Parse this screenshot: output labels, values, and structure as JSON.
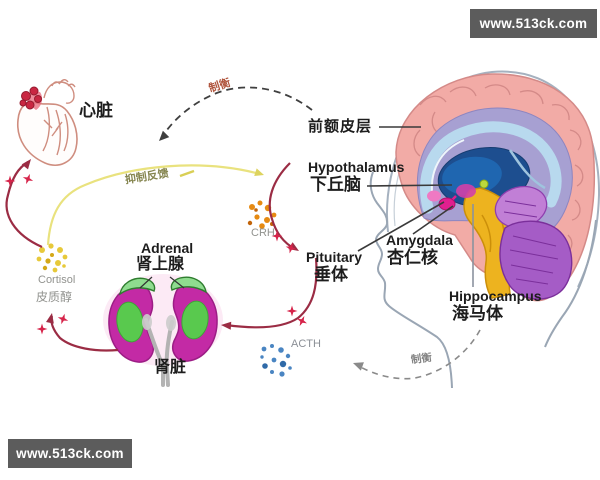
{
  "watermarks": {
    "top_right": {
      "text": "www.513ck.com"
    },
    "bottom_left": {
      "text": "www.513ck.com"
    }
  },
  "nodes": {
    "heart": {
      "zh": "心脏"
    },
    "prefrontal_cortex": {
      "zh": "前额皮层"
    },
    "hypothalamus": {
      "en": "Hypothalamus",
      "zh": "下丘脑"
    },
    "pituitary": {
      "en": "Pituitary",
      "zh": "垂体"
    },
    "amygdala": {
      "en": "Amygdala",
      "zh": "杏仁核"
    },
    "hippocampus": {
      "en": "Hippocampus",
      "zh": "海马体"
    },
    "adrenal": {
      "en": "Adrenal",
      "zh": "肾上腺"
    },
    "kidney": {
      "zh": "肾脏"
    },
    "cortisol": {
      "en": "Cortisol",
      "zh": "皮质醇"
    },
    "crh": {
      "en": "CRH"
    },
    "acth": {
      "en": "ACTH"
    }
  },
  "edges": {
    "balance_top": "制衡",
    "balance_bottom": "制衡",
    "inhibitory_feedback": "抑制反馈"
  },
  "colors": {
    "arrow_red": "#9b2c44",
    "sparkle_red": "#d6244a",
    "feedback_yellow": "#e9e27e",
    "crh_orange": "#e68a12",
    "acth_blue": "#4a85c2",
    "cortisol_yellow": "#e7c93a",
    "kidney_magenta": "#c32aa5",
    "adrenal_green": "#8fdc8f",
    "cortex_pink": "#f2aba6",
    "limbic_lavender": "#a7a0d2",
    "brainstem_gold": "#edb31f",
    "cerebellum_purple": "#a55cc6",
    "watermark_bg": "#5c5c5c"
  }
}
